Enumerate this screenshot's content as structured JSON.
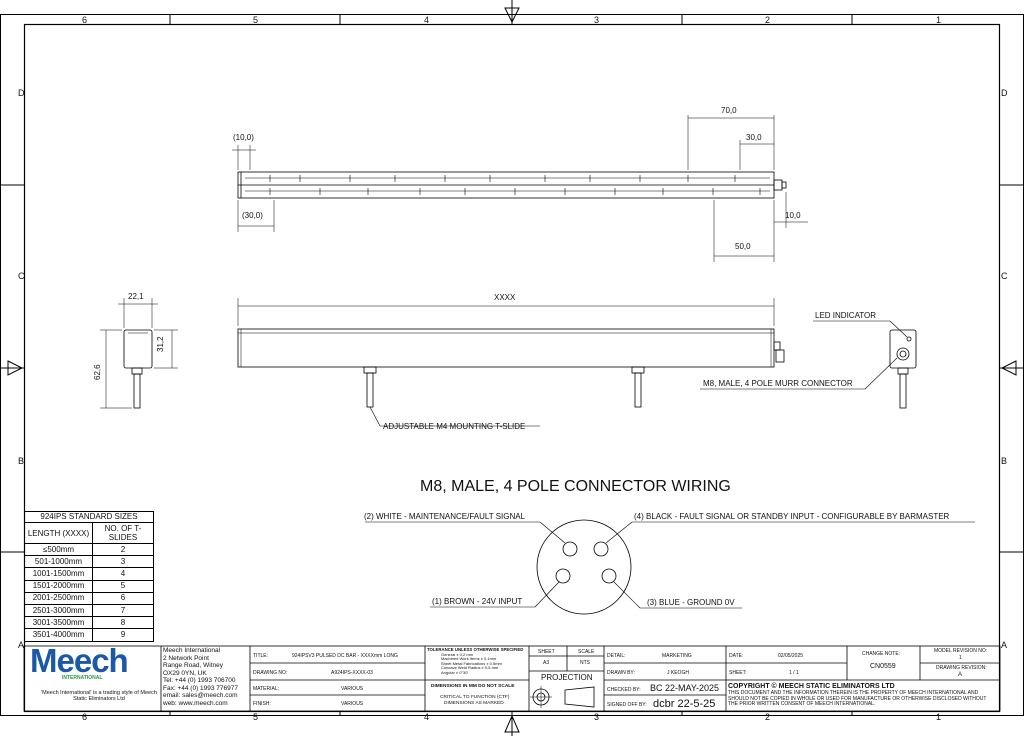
{
  "zones": {
    "top": [
      "6",
      "5",
      "4",
      "3",
      "2",
      "1"
    ],
    "bottom": [
      "6",
      "5",
      "4",
      "3",
      "2",
      "1"
    ],
    "left": [
      "D",
      "C",
      "B",
      "A"
    ],
    "right": [
      "D",
      "C",
      "B",
      "A"
    ]
  },
  "dimensions": {
    "d70": "70,0",
    "d30": "30,0",
    "d10ref": "(10,0)",
    "d30ref": "(30,0)",
    "d10": "10,0",
    "d50": "50,0",
    "d22": "22,1",
    "d31": "31,2",
    "d62": "62,6",
    "xxxx": "XXXX"
  },
  "callouts": {
    "led": "LED INDICATOR",
    "connector": "M8, MALE, 4 POLE MURR CONNECTOR",
    "tslide": "ADJUSTABLE M4 MOUNTING T-SLIDE"
  },
  "wiring": {
    "title": "M8, MALE, 4 POLE CONNECTOR WIRING",
    "pin2": "(2) WHITE - MAINTENANCE/FAULT SIGNAL",
    "pin4": "(4) BLACK - FAULT SIGNAL OR STANDBY INPUT - CONFIGURABLE BY BARMASTER",
    "pin1": "(1) BROWN - 24V INPUT",
    "pin3": "(3) BLUE - GROUND 0V"
  },
  "sizes_table": {
    "title": "924IPS STANDARD SIZES",
    "col1": "LENGTH (XXXX)",
    "col2": "NO. OF T-SLIDES",
    "rows": [
      [
        "≤500mm",
        "2"
      ],
      [
        "501-1000mm",
        "3"
      ],
      [
        "1001-1500mm",
        "4"
      ],
      [
        "1501-2000mm",
        "5"
      ],
      [
        "2001-2500mm",
        "6"
      ],
      [
        "2501-3000mm",
        "7"
      ],
      [
        "3001-3500mm",
        "8"
      ],
      [
        "3501-4000mm",
        "9"
      ]
    ]
  },
  "title_block": {
    "logo": "Meech",
    "logo_sub": "INTERNATIONAL",
    "trading_note": "'Meech International' is a trading style of Meech Static Eliminators Ltd",
    "company": "Meech International",
    "addr1": "2 Network Point",
    "addr2": "Range Road, Witney",
    "addr3": "OX29 0YN, UK",
    "tel": "Tel:  +44 (0) 1993 706700",
    "fax": "Fax: +44 (0) 1993 776977",
    "email": "email:  sales@meech.com",
    "web": "web:  www.meech.com",
    "title_lbl": "TITLE:",
    "title_val": "924IPSV3 PULSED DC BAR - XXXXmm LONG",
    "dwgno_lbl": "DRAWING NO:",
    "dwgno_val": "A924IPS-XXXX-03",
    "material_lbl": "MATERIAL:",
    "material_val": "VARIOUS",
    "finish_lbl": "FINISH:",
    "finish_val": "VARIOUS",
    "tol_title": "TOLERANCE UNLESS OTHERWISE SPECIFIED",
    "tol1": "General ± 0,2 mm",
    "tol2": "Machined Work Items ± 0,1mm",
    "tol3": "Sheet Metal Fabrications ± 0,5mm",
    "tol4": "Concave Weld Radius ± 0,5 mm",
    "tol5": "Angular ± 0°30'",
    "dim_mm": "DIMENSIONS IN MM DO NOT SCALE",
    "ctf1": "CRITICAL TO FUNCTION (CTF)",
    "ctf2": "DIMENSIONS AS MARKED",
    "sheet_lbl": "SHEET",
    "sheet_val": "A3",
    "scale_lbl": "SCALE",
    "scale_val": "NTS",
    "projection": "PROJECTION",
    "detail_lbl": "DETAIL:",
    "detail_val": "MARKETING",
    "drawnby_lbl": "DRAWN BY:",
    "drawnby_val": "J KEOGH",
    "checked_lbl": "CHECKED BY:",
    "checked_val": "BC 22-MAY-2025",
    "signoff_lbl": "SIGNED OFF BY:",
    "signoff_val": "dcbr 22-5-25",
    "date_lbl": "DATE:",
    "date_val": "02/05/2025",
    "sheetno_lbl": "SHEET:",
    "sheetno_val": "1 / 1",
    "change_lbl": "CHANGE NOTE:",
    "change_val": "CN0559",
    "modelrev_lbl": "MODEL REVISION NO:",
    "modelrev_val": "1",
    "dwgrev_lbl": "DRAWING REVISION:",
    "dwgrev_val": "A",
    "copyright": "COPYRIGHT © MEECH STATIC ELIMINATORS LTD",
    "copy1": "THIS DOCUMENT AND THE INFORMATION THEREIN IS THE PROPERTY OF MEECH INTERNATIONAL AND",
    "copy2": "SHOULD NOT BE COPIED IN WHOLE OR USED FOR MANUFACTURE OR OTHERWISE DISCLOSED WITHOUT",
    "copy3": "THE PRIOR WRITTEN CONSENT OF MEECH INTERNATIONAL."
  },
  "colors": {
    "logo_blue": "#1b58a8",
    "logo_green": "#2e9a3e",
    "line": "#000000"
  }
}
